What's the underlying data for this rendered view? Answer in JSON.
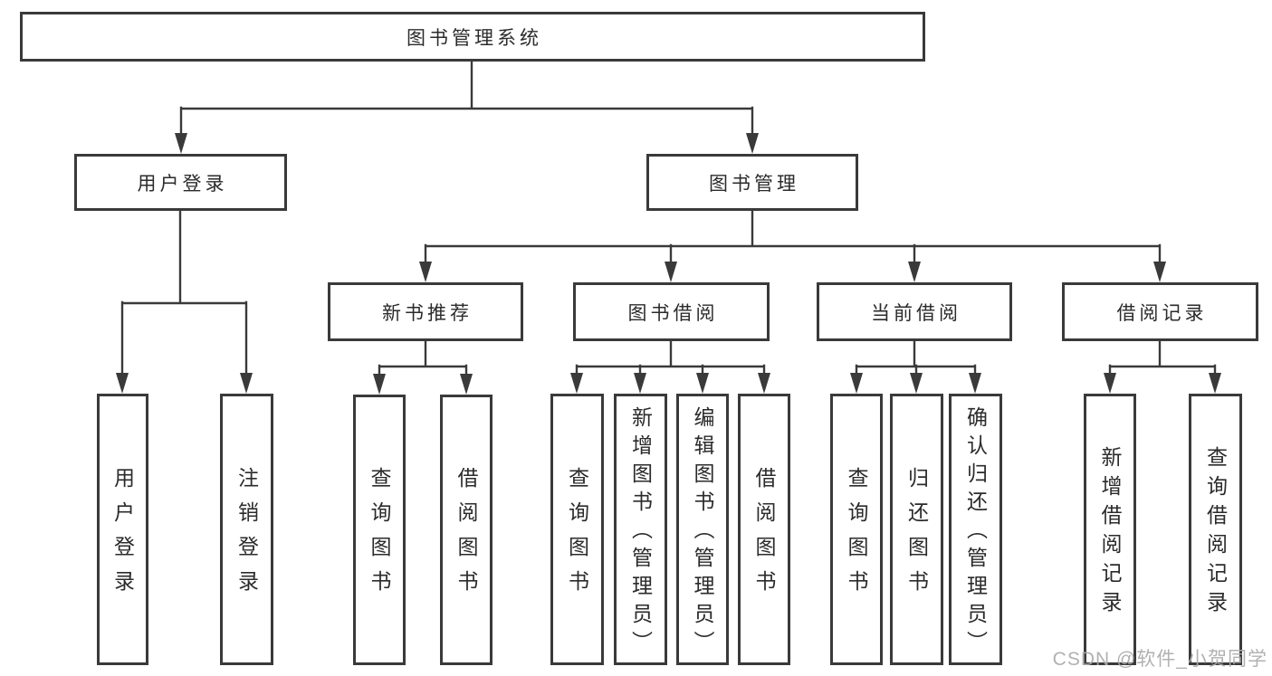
{
  "root": {
    "label": "图书管理系统"
  },
  "level2": {
    "user_login": {
      "label": "用户登录"
    },
    "book_management": {
      "label": "图书管理"
    }
  },
  "level3": {
    "new_book_recommend": {
      "label": "新书推荐"
    },
    "book_borrowing": {
      "label": "图书借阅"
    },
    "current_borrowing": {
      "label": "当前借阅"
    },
    "borrowing_records": {
      "label": "借阅记录"
    }
  },
  "leaves": {
    "login_user_login": {
      "label": "用户登录"
    },
    "login_logout": {
      "label": "注销登录"
    },
    "rec_query_books": {
      "label": "查询图书"
    },
    "rec_borrow_books": {
      "label": "借阅图书"
    },
    "bor_query_books": {
      "label": "查询图书"
    },
    "bor_add_books_admin": {
      "label": "新增图书（管理员）"
    },
    "bor_edit_books_admin": {
      "label": "编辑图书（管理员）"
    },
    "bor_borrow_books": {
      "label": "借阅图书"
    },
    "cur_query_books": {
      "label": "查询图书"
    },
    "cur_return_books": {
      "label": "归还图书"
    },
    "cur_confirm_return_admin": {
      "label": "确认归还（管理员）"
    },
    "rec_add_borrow_record": {
      "label": "新增借阅记录"
    },
    "rec_query_borrow_record": {
      "label": "查询借阅记录"
    }
  },
  "watermark": {
    "text": "CSDN @软件_小贺同学"
  },
  "colors": {
    "line": "#3a3a3a",
    "box_border": "#3a3a3a",
    "text": "#2b2b2b",
    "watermark": "#ababab",
    "background": "#ffffff"
  }
}
